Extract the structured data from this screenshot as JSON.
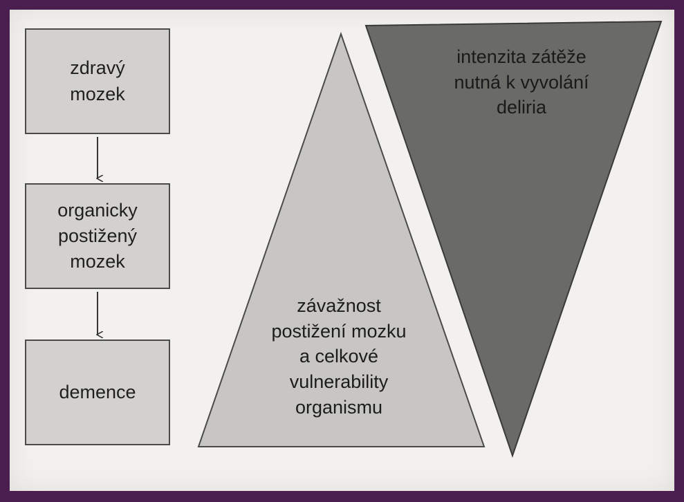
{
  "boxes": [
    {
      "label": "zdravý\nmozek"
    },
    {
      "label": "organicky\npostižený\nmozek"
    },
    {
      "label": "demence"
    }
  ],
  "triangles": {
    "up": {
      "label": "závažnost\npostižení mozku\na celkové\nvulnerability\norganismu",
      "color": "#c7c6c2"
    },
    "down": {
      "label": "intenzita zátěže\nnutná k vyvolání\ndeliria",
      "color": "#6a6a67"
    }
  },
  "colors": {
    "frame": "#4a1f4f",
    "paper": "#f3f1ee",
    "box_fill": "#d3d1cd",
    "stroke": "#4a4a4a"
  }
}
